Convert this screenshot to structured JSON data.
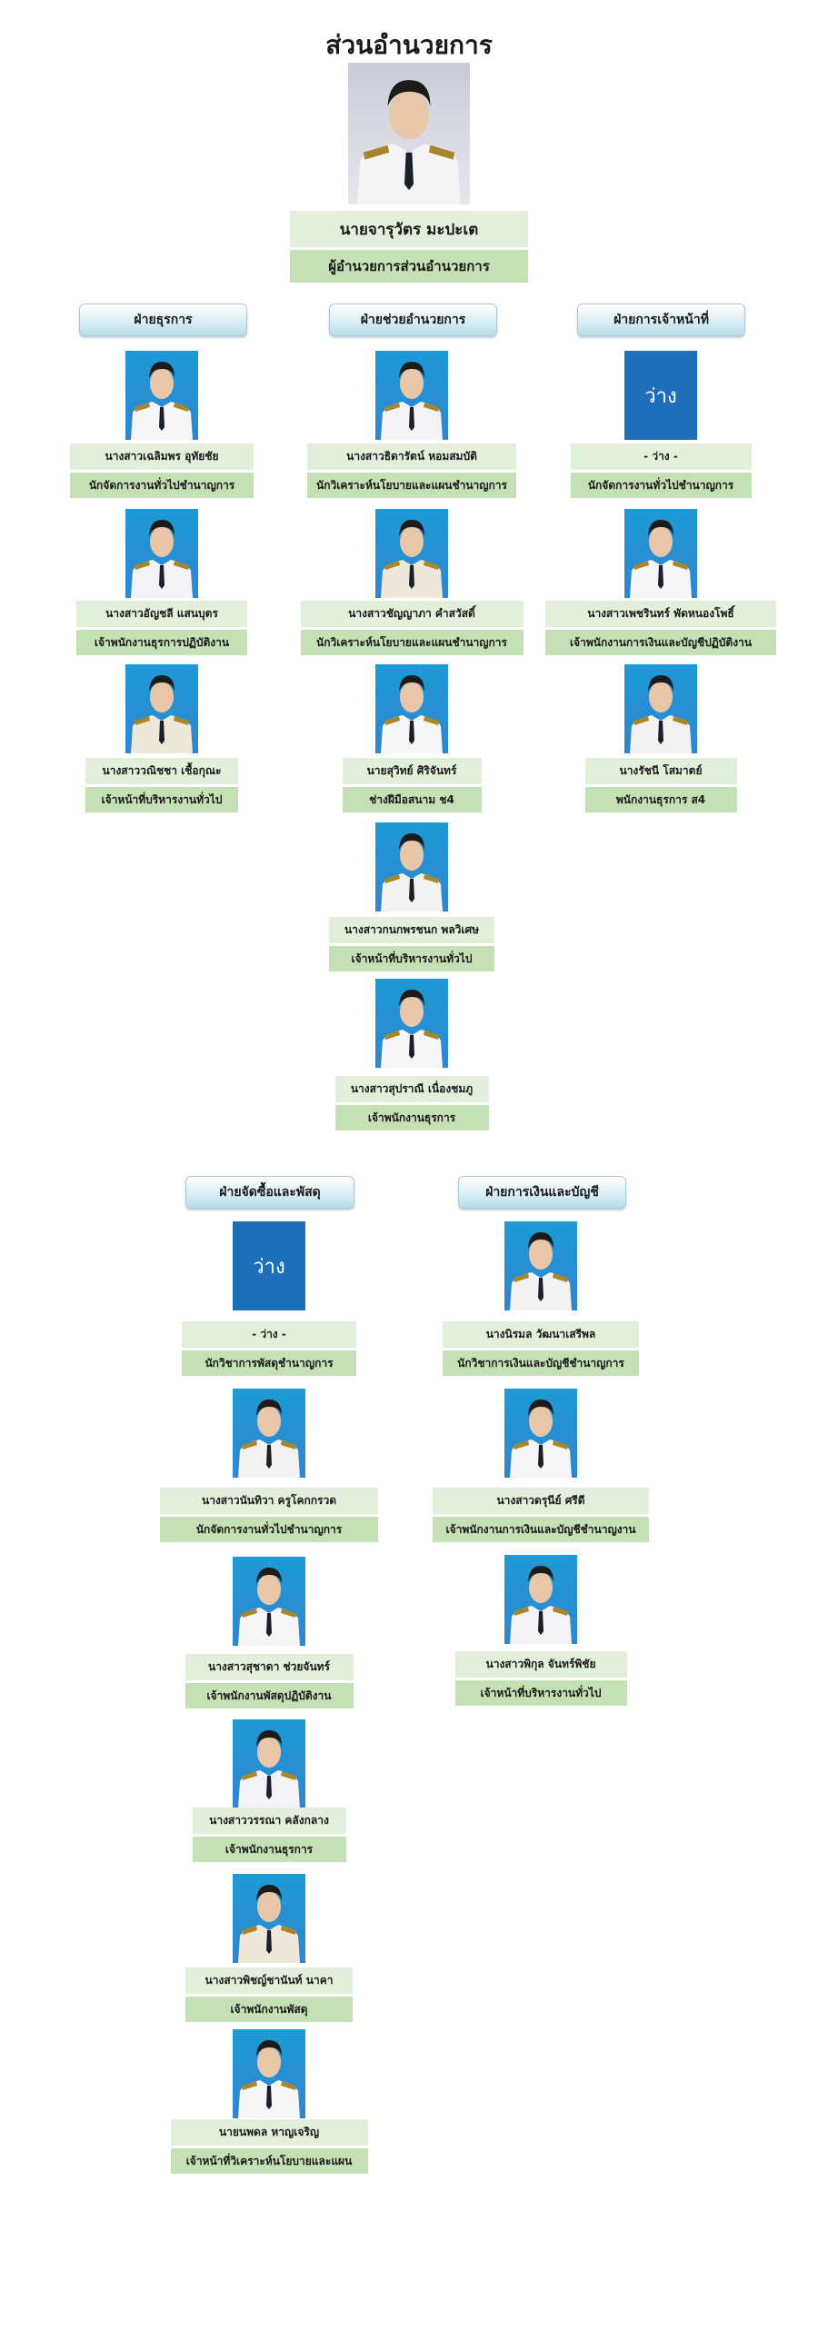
{
  "title": "ส่วนอำนวยการ",
  "head": {
    "name": "นายจารุวัตร  มะปะเต",
    "position": "ผู้อำนวยการส่วนอำนวยการ"
  },
  "vacant_label": "ว่าง",
  "colors": {
    "name_box": "#e2efda",
    "position_box": "#c5e0b4",
    "vacant": "#1e6ebc"
  },
  "divisions": [
    {
      "title": "ฝ่ายธุรการ",
      "staff": [
        {
          "name": "นางสาวเฉลิมพร  อุทัยชัย",
          "position": "นักจัดการงานทั่วไปชำนาญการ"
        },
        {
          "name": "นางสาวอัญชลี  แสนบุตร",
          "position": "เจ้าพนักงานธุรการปฏิบัติงาน"
        },
        {
          "name": "นางสาววณิชชา  เชื้อกุณะ",
          "position": "เจ้าหน้าที่บริหารงานทั่วไป"
        }
      ]
    },
    {
      "title": "ฝ่ายช่วยอำนวยการ",
      "staff": [
        {
          "name": "นางสาวธิดารัตน์  หอมสมบัติ",
          "position": "นักวิเคราะห์นโยบายและแผนชำนาญการ"
        },
        {
          "name": "นางสาวชัญญาภา  คำสวัสดิ์",
          "position": "นักวิเคราะห์นโยบายและแผนชำนาญการ"
        },
        {
          "name": "นายสุวิทย์  ศิริจันทร์",
          "position": "ช่างฝีมือสนาม ช4"
        },
        {
          "name": "นางสาวกนกพรชนก  พลวิเศษ",
          "position": "เจ้าหน้าที่บริหารงานทั่วไป"
        },
        {
          "name": "นางสาวสุปราณี  เนื่องชมภู",
          "position": "เจ้าพนักงานธุรการ"
        }
      ]
    },
    {
      "title": "ฝ่ายการเจ้าหน้าที่",
      "staff": [
        {
          "name": "- ว่าง -",
          "position": "นักจัดการงานทั่วไปชำนาญการ",
          "vacant": true
        },
        {
          "name": "นางสาวเพชรินทร์  พัดหนองโพธิ์",
          "position": "เจ้าพนักงานการเงินและบัญชีปฏิบัติงาน"
        },
        {
          "name": "นางรัชนี  โสมาตย์",
          "position": "พนักงานธุรการ ส4"
        }
      ]
    },
    {
      "title": "ฝ่ายจัดซื้อและพัสดุ",
      "staff": [
        {
          "name": "- ว่าง -",
          "position": "นักวิชาการพัสดุชำนาญการ",
          "vacant": true
        },
        {
          "name": "นางสาวนันทิวา  ครูโคกกรวด",
          "position": "นักจัดการงานทั่วไปชำนาญการ"
        },
        {
          "name": "นางสาวสุชาดา  ช่วยจันทร์",
          "position": "เจ้าพนักงานพัสดุปฏิบัติงาน"
        },
        {
          "name": "นางสาววรรณา  คลังกลาง",
          "position": "เจ้าพนักงานธุรการ"
        },
        {
          "name": "นางสาวพิชญ์ชานันท์  นาคา",
          "position": "เจ้าพนักงานพัสดุ"
        },
        {
          "name": "นายนพดล  หาญเจริญ",
          "position": "เจ้าหน้าที่วิเคราะห์นโยบายและแผน"
        }
      ]
    },
    {
      "title": "ฝ่ายการเงินและบัญชี",
      "staff": [
        {
          "name": "นางนิรมล  วัฒนาเสรีพล",
          "position": "นักวิชาการเงินและบัญชีชำนาญการ"
        },
        {
          "name": "นางสาวดรุนีย์  ศรีดี",
          "position": "เจ้าพนักงานการเงินและบัญชีชำนาญงาน"
        },
        {
          "name": "นางสาวพิกุล  จันทร์พิชัย",
          "position": "เจ้าหน้าที่บริหารงานทั่วไป"
        }
      ]
    }
  ]
}
